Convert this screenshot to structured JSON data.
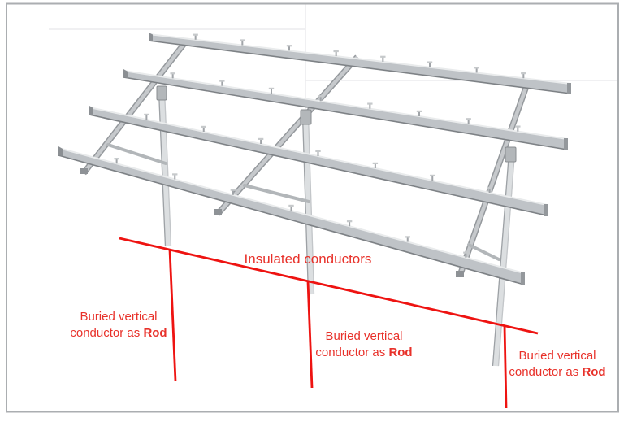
{
  "figure": {
    "description": "Annotated illustration of a metal ground-mount racking frame with lightning-protection markup"
  },
  "colors": {
    "background": "#ffffff",
    "border": "#abaeb1",
    "annotation_line": "#ee1311",
    "label_text": "#e8312a",
    "structure_mid": "#bfc3c7",
    "structure_light": "#dcdfe1",
    "structure_dark": "#83878b"
  },
  "labels": {
    "insulated_conductors": "Insulated conductors",
    "buried": {
      "line1": "Buried vertical",
      "line2_prefix": "conductor as ",
      "line2_bold": "Rod"
    }
  }
}
